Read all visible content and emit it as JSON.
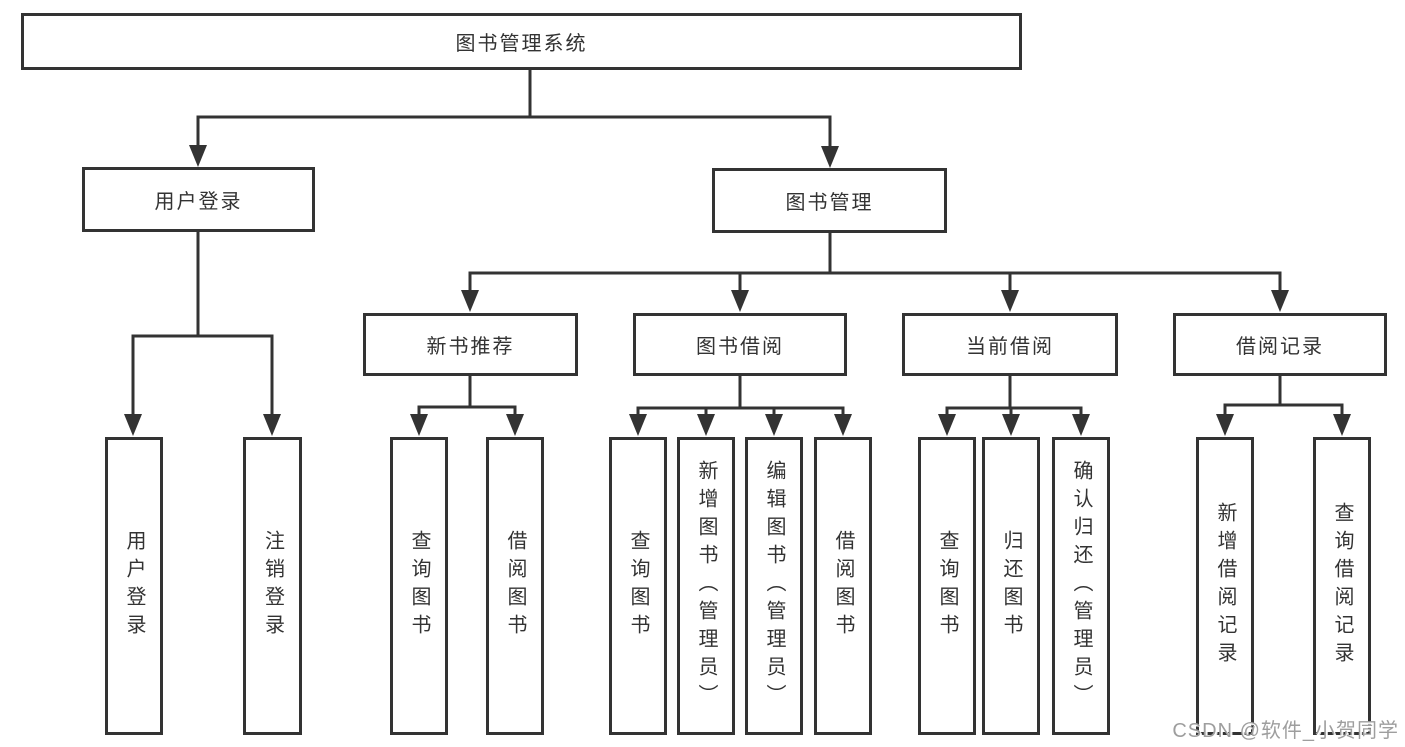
{
  "diagram": {
    "type": "hierarchy-functional-structure",
    "colors": {
      "line": "#333333",
      "text": "#333333",
      "box_background": "#ffffff",
      "watermark": "#9e9e9e"
    },
    "tree": {
      "label": "图书管理系统",
      "children": [
        {
          "label": "用户登录",
          "children": [
            {
              "label": "用户登录"
            },
            {
              "label": "注销登录"
            }
          ]
        },
        {
          "label": "图书管理",
          "children": [
            {
              "label": "新书推荐",
              "children": [
                {
                  "label": "查询图书"
                },
                {
                  "label": "借阅图书"
                }
              ]
            },
            {
              "label": "图书借阅",
              "children": [
                {
                  "label": "查询图书"
                },
                {
                  "label": "新增图书（管理员）"
                },
                {
                  "label": "编辑图书（管理员）"
                },
                {
                  "label": "借阅图书"
                }
              ]
            },
            {
              "label": "当前借阅",
              "children": [
                {
                  "label": "查询图书"
                },
                {
                  "label": "归还图书"
                },
                {
                  "label": "确认归还（管理员）"
                }
              ]
            },
            {
              "label": "借阅记录",
              "children": [
                {
                  "label": "新增借阅记录"
                },
                {
                  "label": "查询借阅记录"
                }
              ]
            }
          ]
        }
      ]
    }
  },
  "watermark": {
    "text": "CSDN @软件_小贺同学"
  }
}
